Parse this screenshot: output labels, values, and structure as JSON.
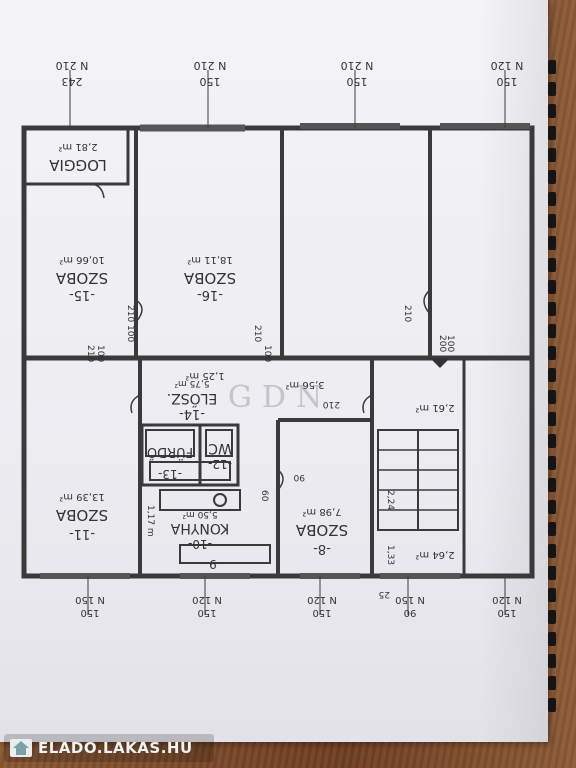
{
  "dims_top": [
    {
      "n": "N 210",
      "v": "243"
    },
    {
      "n": "N 210",
      "v": "150"
    },
    {
      "n": "N 210",
      "v": "150"
    },
    {
      "n": "N 120",
      "v": "150"
    }
  ],
  "dims_bottom": [
    {
      "n": "N 150",
      "v": "150"
    },
    {
      "n": "N 120",
      "v": "150"
    },
    {
      "n": "N 120",
      "v": "150"
    },
    {
      "n": "N 150",
      "v": "90"
    },
    {
      "n": "N 120",
      "v": "150"
    }
  ],
  "rooms": {
    "logia": {
      "name": "LOGGIA",
      "area": "2,81 m²"
    },
    "r15": {
      "num": "-15-",
      "name": "SZOBA",
      "area": "10,66 m²"
    },
    "r16": {
      "num": "-16-",
      "name": "SZOBA",
      "area": "18,11 m²"
    },
    "r14": {
      "num": "-14-",
      "name": "ELŐSZ.",
      "area": "5,75 m²"
    },
    "r12": {
      "num": "-12-",
      "name": "WC",
      "area": "1,25 m²"
    },
    "r13": {
      "num": "-13-",
      "name": "FÜRDŐ"
    },
    "r11": {
      "num": "-11-",
      "name": "SZOBA",
      "area": "13,39 m²"
    },
    "r10": {
      "num": "-10-",
      "name": "KONYHA",
      "area": "5,50 m²"
    },
    "r9": {
      "num": "-9-"
    },
    "r8": {
      "num": "-8-",
      "name": "SZOBA",
      "area": "7,98 m²"
    },
    "small": {
      "a1": "3,56 m²",
      "a2": "2,61 m²",
      "a3": "2,64 m²",
      "a4": "1,25 m²"
    }
  },
  "door_labels": {
    "d1": "210",
    "d2": "100",
    "d3": "210",
    "d4": "100",
    "d5": "200",
    "d6": "100",
    "d7": "210",
    "d8": "100",
    "d9": "210",
    "d10": "90",
    "d11": "210",
    "d12": "60",
    "d13": "2,24",
    "d14": "1,33",
    "d15": "25",
    "d16": "1,17 m"
  },
  "watermark": "GDN",
  "footer": {
    "site": "ELADO.LAKAS.HU"
  }
}
